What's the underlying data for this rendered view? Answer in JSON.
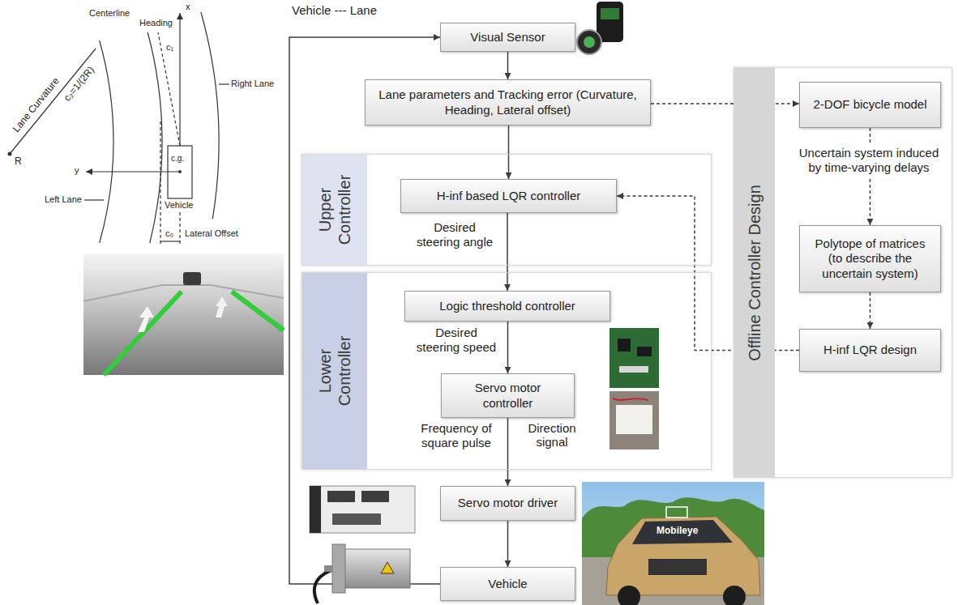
{
  "diagram": {
    "nodes": [
      {
        "text": [
          "Visual Sensor"
        ]
      },
      {
        "text": [
          "Lane parameters and Tracking error (Curvature, Heading, Lateral offset)"
        ]
      },
      {
        "text": [
          "Upper Controller"
        ]
      },
      {
        "text": [
          "H-inf based LQR controller"
        ],
        "in": 2
      },
      {
        "text": [
          "Lower Controller"
        ]
      },
      {
        "text": [
          "Logic threshold controller"
        ],
        "in": 4
      },
      {
        "text": [
          "Servo motor controller"
        ],
        "in": 4
      },
      {
        "text": [
          "Servo motor driver"
        ]
      },
      {
        "text": [
          "Vehicle"
        ]
      },
      {
        "text": [
          "Offline Controller Design"
        ]
      },
      {
        "text": [
          "2-DOF bicycle model"
        ],
        "in": 9
      },
      {
        "text": [
          "Polytope of matrices (to describe the uncertain system)"
        ],
        "in": 9
      },
      {
        "text": [
          "H-inf LQR design"
        ],
        "in": 9
      }
    ],
    "edges": [
      {
        "from": 8,
        "to": 0,
        "arrow": "to",
        "label": "Vehicle --- Lane"
      },
      {
        "from": 0,
        "to": 1,
        "arrow": "to"
      },
      {
        "from": 1,
        "to": 3,
        "arrow": "to"
      },
      {
        "from": 1,
        "to": 10,
        "arrow": "to"
      },
      {
        "from": 3,
        "to": 5,
        "arrow": "to",
        "label": "Desired steering angle"
      },
      {
        "from": 5,
        "to": 6,
        "arrow": "to",
        "label": "Desired steering speed"
      },
      {
        "from": 6,
        "to": 7,
        "arrow": "to",
        "label": "Frequency of square pulse"
      },
      {
        "from": 7,
        "to": 8,
        "arrow": "to"
      },
      {
        "from": 10,
        "to": 11,
        "arrow": "to",
        "label": "Uncertain system induced by time-varying delays"
      },
      {
        "from": 11,
        "to": 12,
        "arrow": "to"
      },
      {
        "from": 12,
        "to": 3,
        "arrow": "to"
      }
    ],
    "labels": [
      "Lane Curvature",
      "c₂=1/(2R)",
      "R",
      "Centerline",
      "Heading",
      "c₁",
      "x",
      "Right Lane",
      "y",
      "c.g.",
      "Vehicle",
      "Left Lane",
      "c₀",
      "Lateral Offset",
      "Direction signal",
      "Mobileye"
    ]
  }
}
